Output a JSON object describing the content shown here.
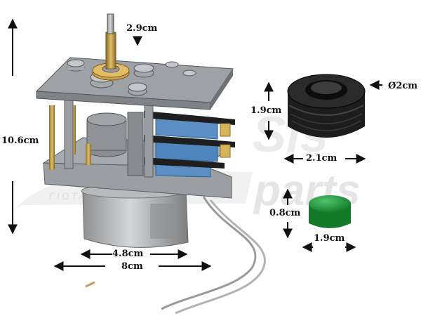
{
  "dimensions": {
    "shaft_width": "2.9cm",
    "motor_height": "10.6cm",
    "base_width": "4.8cm",
    "plate_width": "8cm",
    "knob_diameter": "Ø2cm",
    "knob_height": "1.9cm",
    "knob_width": "2.1cm",
    "cap_height": "0.8cm",
    "cap_width": "1.9cm"
  },
  "watermark": {
    "brand": "parts",
    "tagline": "ΓΙΩΤΑ ΝΙΚΟΛΟΒΙΕΝΗ"
  },
  "colors": {
    "plate_gray": "#8e9296",
    "switch_blue": "#5b8fc4",
    "brass": "#c9a24a",
    "motor_steel": "#a4a6a8",
    "knob_black": "#1d1d1d",
    "cap_green": "#1f8a3a"
  }
}
